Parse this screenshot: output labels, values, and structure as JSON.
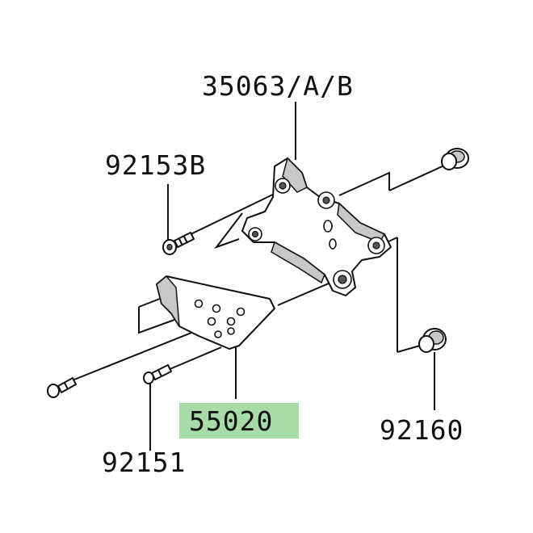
{
  "labels": {
    "bracket": "35063/A/B",
    "bolt_upper": "92153B",
    "plate": "55020",
    "bolt_lower": "92151",
    "damper": "92160"
  },
  "colors": {
    "highlight": "#a7dba7",
    "ink": "#111111",
    "shade": "#c8c8c8"
  },
  "highlighted_part": "55020"
}
